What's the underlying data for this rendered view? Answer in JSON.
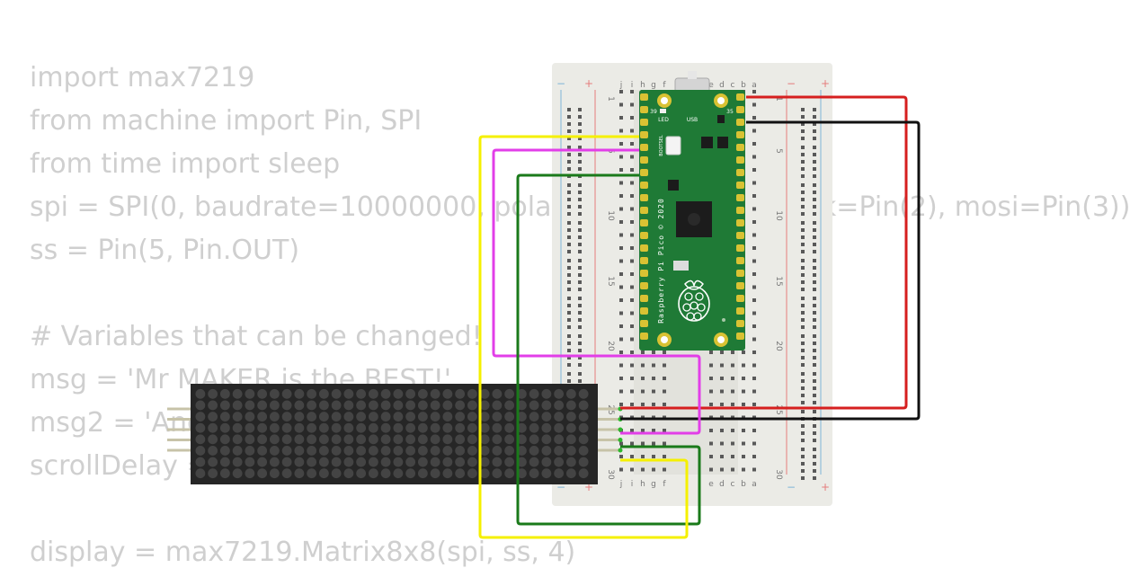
{
  "code_lines": [
    "import max7219",
    "from machine import Pin, SPI",
    "from time import sleep",
    "spi = SPI(0, baudrate=10000000, polarity=1, phase=0, sck=Pin(2), mosi=Pin(3))",
    "ss = Pin(5, Pin.OUT)",
    "",
    "# Variables that can be changed!",
    "msg = 'Mr MAKER is the BEST!'",
    "msg2 = 'And you are too!'",
    "scrollDelay = 0.1",
    "",
    "display = max7219.Matrix8x8(spi, ss, 4)"
  ],
  "breadboard": {
    "rail_plus": "+",
    "rail_minus": "−",
    "row_numbers": [
      "1",
      "5",
      "10",
      "15",
      "20",
      "25",
      "30"
    ],
    "column_letters_left": [
      "j",
      "i",
      "h",
      "g",
      "f"
    ],
    "column_letters_right": [
      "e",
      "d",
      "c",
      "b",
      "a"
    ]
  },
  "pico": {
    "board_label": "Raspberry Pi Pico © 2020",
    "bootsel_label": "BOOTSEL",
    "led_label": "LED",
    "usb_label": "USB",
    "pin_label_top_left": "39",
    "pin_label_top_right": "3",
    "pin_label_top_right2": "35"
  },
  "matrix": {
    "modules": 4,
    "rows": 8,
    "columns_per_module": 8,
    "pin_count": 5
  },
  "colors": {
    "code_text": "#cfcfcf",
    "breadboard_body": "#ebebe6",
    "rail_blue": "#7fb6d8",
    "rail_red": "#e57c7c",
    "pico_green": "#1f7a36",
    "pico_pad_gold": "#d9c233",
    "matrix_body": "#262626",
    "matrix_led": "#444444",
    "wire_red": "#d61f1f",
    "wire_black": "#111111",
    "wire_yellow": "#f5f000",
    "wire_magenta": "#e23ee8",
    "wire_green": "#1a7a1a"
  },
  "wires": [
    "red",
    "black",
    "yellow",
    "magenta",
    "green"
  ]
}
